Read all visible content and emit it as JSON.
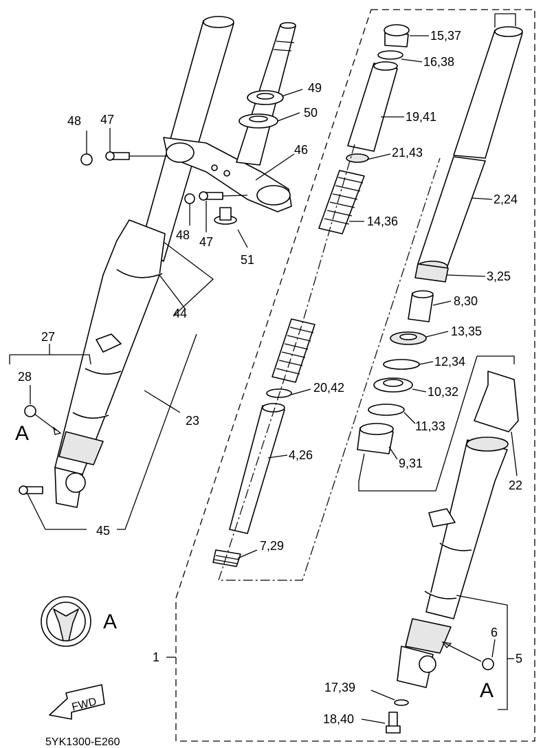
{
  "callouts": {
    "c1": "1",
    "c2_24": "2,24",
    "c3_25": "3,25",
    "c4_26": "4,26",
    "c5": "5",
    "c6": "6",
    "c7_29": "7,29",
    "c8_30": "8,30",
    "c9_31": "9,31",
    "c10_32": "10,32",
    "c11_33": "11,33",
    "c12_34": "12,34",
    "c13_35": "13,35",
    "c14_36": "14,36",
    "c15_37": "15,37",
    "c16_38": "16,38",
    "c17_39": "17,39",
    "c18_40": "18,40",
    "c19_41": "19,41",
    "c20_42": "20,42",
    "c21_43": "21,43",
    "c22": "22",
    "c23": "23",
    "c27": "27",
    "c28": "28",
    "c44": "44",
    "c45": "45",
    "c46": "46",
    "c47a": "47",
    "c47b": "47",
    "c48a": "48",
    "c48b": "48",
    "c49": "49",
    "c50": "50",
    "c51": "51"
  },
  "view_markers": {
    "left": "A",
    "right": "A",
    "emblem": "A"
  },
  "fwd_label": "FWD",
  "drawing_code": "5YK1300-E260",
  "icons": {
    "emblem": "tuning-fork-emblem-icon",
    "fwd": "forward-arrow-icon"
  },
  "colors": {
    "ink": "#000000",
    "paper": "#ffffff",
    "shade": "#e6e6e6"
  }
}
